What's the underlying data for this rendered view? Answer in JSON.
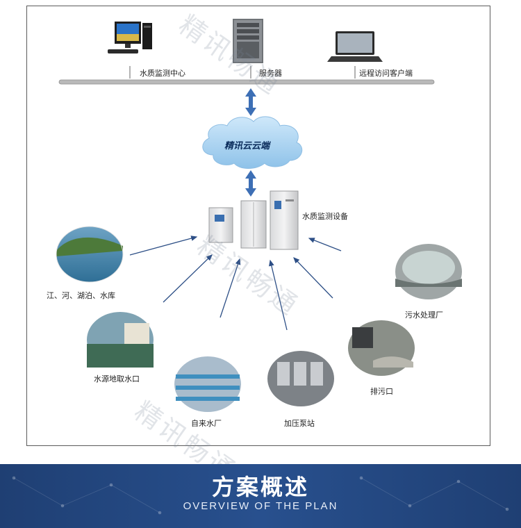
{
  "top_nodes": {
    "monitor_center": "水质监测中心",
    "server": "服务器",
    "remote_client": "远程访问客户端"
  },
  "cloud": {
    "label": "精讯云云端"
  },
  "equipment": {
    "label": "水质监测设备"
  },
  "sites": {
    "rivers_lakes": "江、河、湖泊、水库",
    "source_intake": "水源地取水口",
    "waterworks": "自来水厂",
    "pump_station": "加压泵站",
    "outfall": "排污口",
    "sewage_plant": "污水处理厂"
  },
  "watermark": {
    "text": "精讯畅通"
  },
  "banner": {
    "title": "方案概述",
    "subtitle": "OVERVIEW OF THE PLAN"
  },
  "colors": {
    "arrow": "#2d4f86",
    "bus": "#b9b9b9",
    "cloud": "#a9d2f0",
    "banner": "#24487f",
    "double_arrow": "#3d6fb5"
  },
  "icons": [
    "desktop-computer-icon",
    "server-tower-icon",
    "laptop-icon",
    "cloud-icon",
    "cabinet-icon"
  ]
}
